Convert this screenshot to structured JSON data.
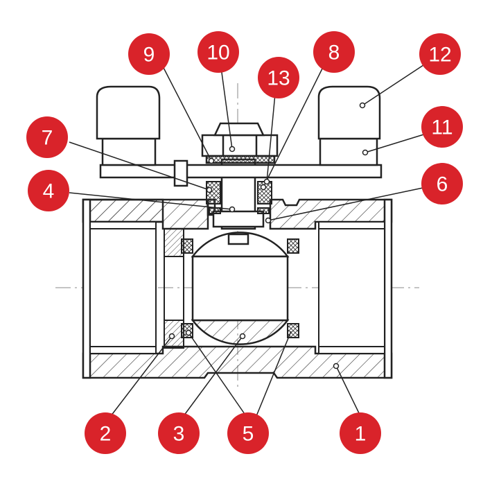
{
  "colors": {
    "badge": "#d9232a",
    "badge_text": "#ffffff",
    "line": "#222222",
    "hatch": "#333333",
    "axis": "#888888"
  },
  "callouts": [
    {
      "id": "1",
      "label": "1"
    },
    {
      "id": "2",
      "label": "2"
    },
    {
      "id": "3",
      "label": "3"
    },
    {
      "id": "4",
      "label": "4"
    },
    {
      "id": "5",
      "label": "5"
    },
    {
      "id": "6",
      "label": "6"
    },
    {
      "id": "7",
      "label": "7"
    },
    {
      "id": "8",
      "label": "8"
    },
    {
      "id": "9",
      "label": "9"
    },
    {
      "id": "10",
      "label": "10"
    },
    {
      "id": "11",
      "label": "11"
    },
    {
      "id": "12",
      "label": "12"
    },
    {
      "id": "13",
      "label": "13"
    }
  ]
}
